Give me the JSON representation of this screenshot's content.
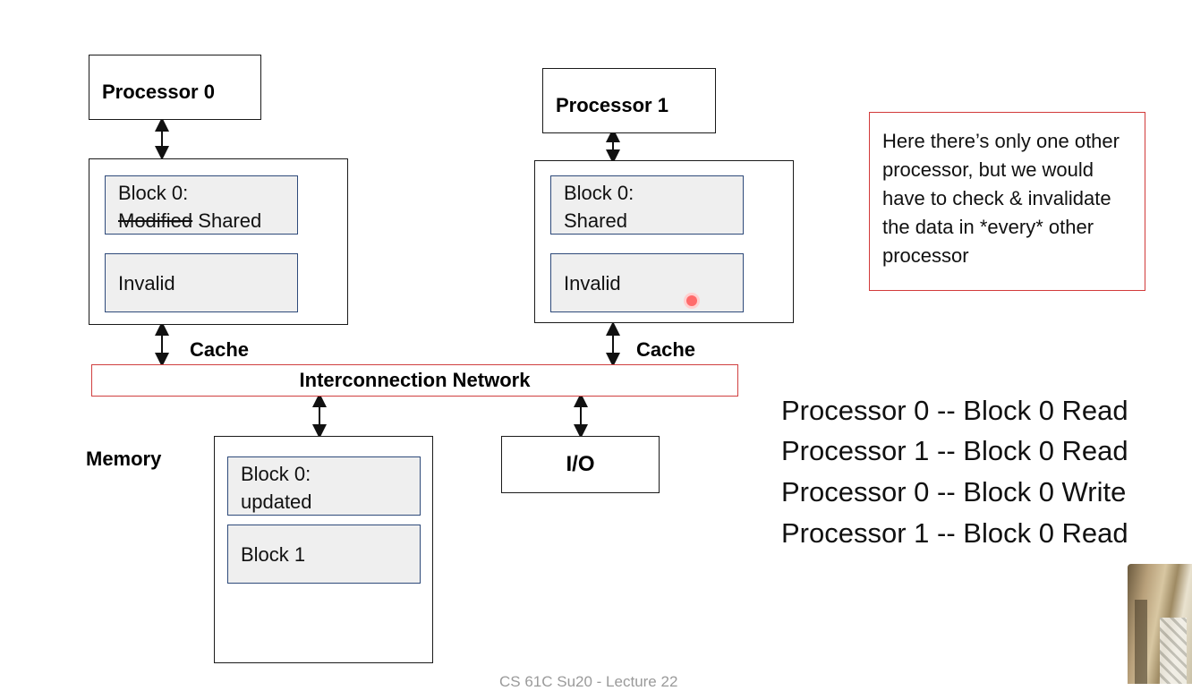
{
  "processor0": {
    "title": "Processor 0",
    "cache_label": "Cache"
  },
  "processor1": {
    "title": "Processor 1",
    "cache_label": "Cache"
  },
  "cache0": {
    "block_line1": "Block 0:",
    "block_struck": "Modified",
    "block_state": "Shared",
    "slot2": "Invalid"
  },
  "cache1": {
    "block_line1": "Block 0:",
    "block_state": "Shared",
    "slot2": "Invalid"
  },
  "network": {
    "label": "Interconnection Network"
  },
  "memory": {
    "label": "Memory",
    "block0_line1": "Block 0:",
    "block0_line2": "updated",
    "block1": "Block 1"
  },
  "io": {
    "label": "I/O"
  },
  "note": {
    "text": "Here there’s only one other processor, but we would have to check & invalidate the data in *every* other processor"
  },
  "sequence": [
    "Processor 0 -- Block 0 Read",
    "Processor 1 -- Block 0 Read",
    "Processor 0 -- Block 0 Write",
    "Processor 1 -- Block 0 Read"
  ],
  "footer": "CS 61C Su20 - Lecture 22",
  "colors": {
    "cell_border": "#2e4a7a",
    "accent_red": "#d04040"
  }
}
